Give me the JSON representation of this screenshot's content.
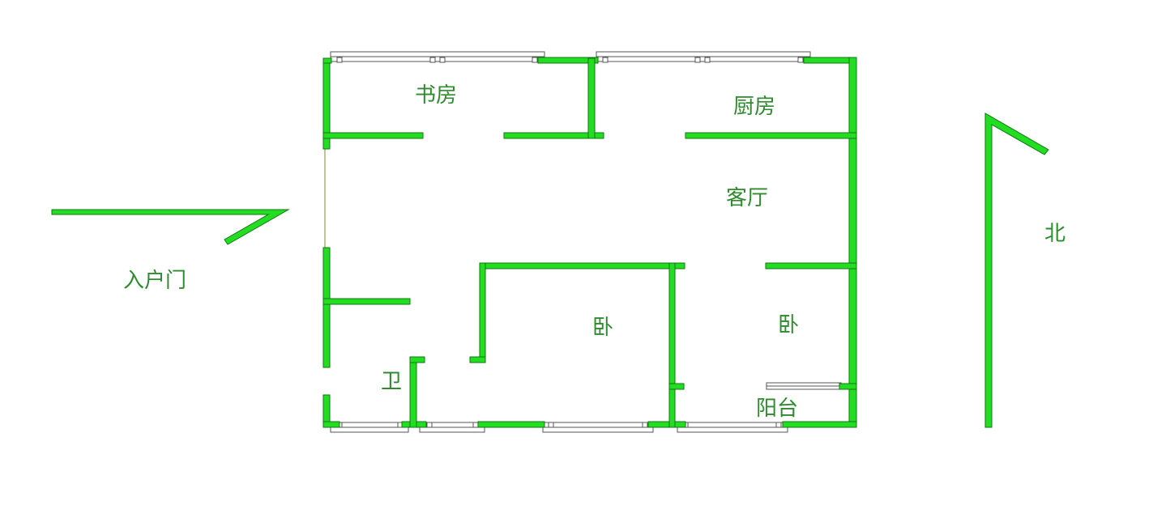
{
  "labels": {
    "study": "书房",
    "kitchen": "厨房",
    "living": "客厅",
    "entrance": "入户门",
    "bedroom_main": "卧",
    "bedroom_second": "卧",
    "bathroom": "卫",
    "balcony": "阳台",
    "north": "北"
  },
  "colors": {
    "wall": "#22dd22",
    "wall_edge": "#117711",
    "label": "#2e8b2e",
    "window_frame": "#555555",
    "background": "#ffffff"
  }
}
